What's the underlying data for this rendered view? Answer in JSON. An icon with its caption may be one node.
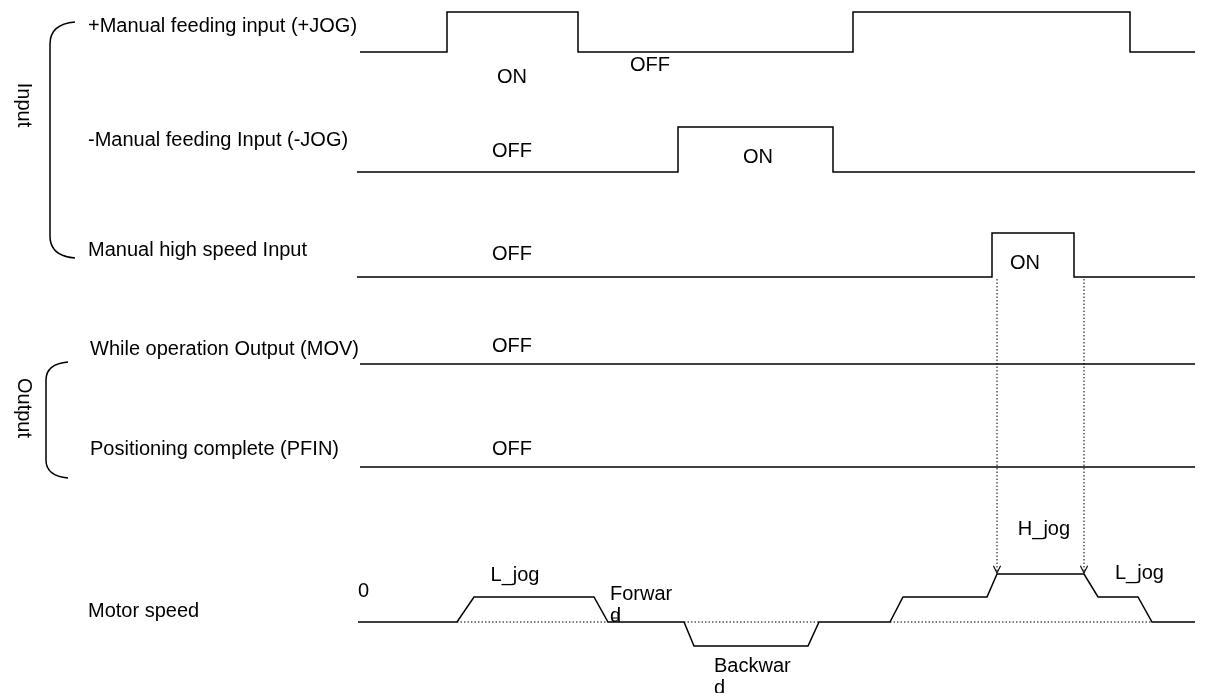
{
  "diagram": {
    "labels": [
      "Input",
      "+Manual feeding input (+JOG)",
      "ON",
      "OFF",
      "-Manual feeding Input (-JOG)",
      "OFF",
      "ON",
      "Manual high speed Input",
      "OFF",
      "ON",
      "Output",
      "While operation Output (MOV)",
      "OFF",
      "Positioning complete (PFIN)",
      "OFF",
      "H_jog",
      "0",
      "L_jog",
      "L_jog",
      "Forward",
      "Motor speed",
      "Backward"
    ]
  }
}
